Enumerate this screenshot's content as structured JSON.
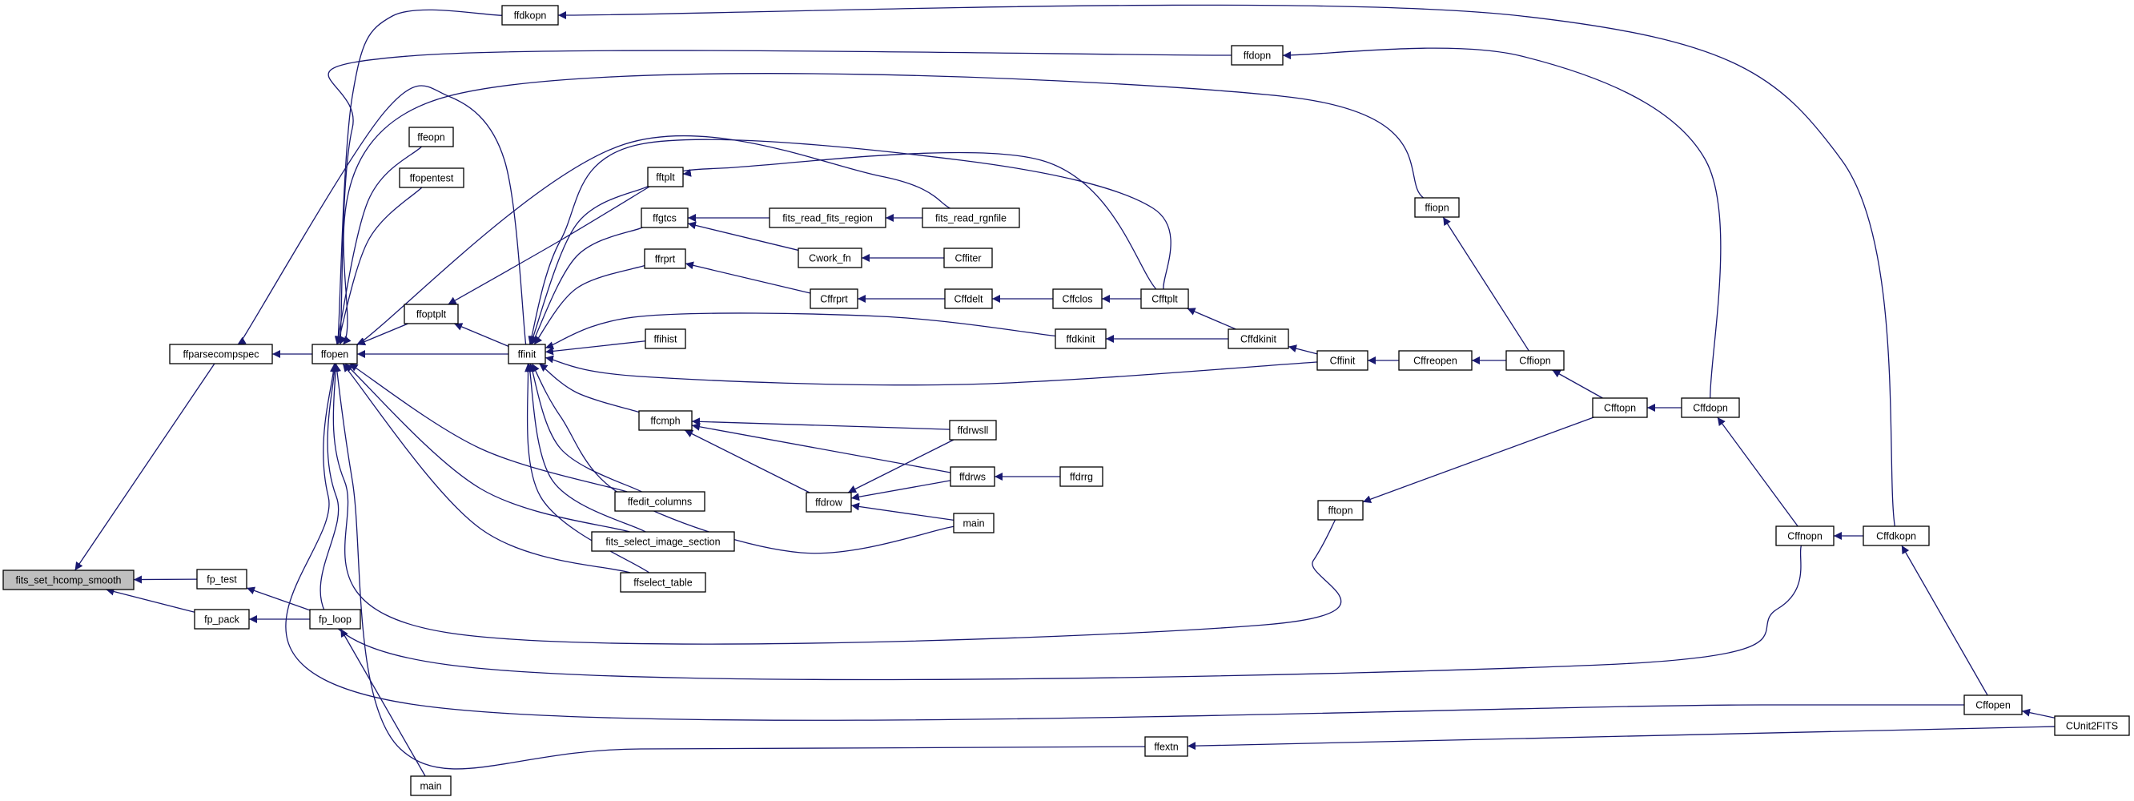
{
  "graph": {
    "edge_color": "#191970",
    "root_fill": "#bfbfbf",
    "node_fill": "#ffffff",
    "root": "fits_set_hcomp_smooth",
    "nodes": [
      {
        "id": "root",
        "label": "fits_set_hcomp_smooth"
      },
      {
        "id": "ffparsecompspec",
        "label": "ffparsecompspec"
      },
      {
        "id": "fp_test",
        "label": "fp_test"
      },
      {
        "id": "fp_pack",
        "label": "fp_pack"
      },
      {
        "id": "fp_loop",
        "label": "fp_loop"
      },
      {
        "id": "ffopen",
        "label": "ffopen"
      },
      {
        "id": "main_l",
        "label": "main"
      },
      {
        "id": "ffdkopn",
        "label": "ffdkopn"
      },
      {
        "id": "ffdopn",
        "label": "ffdopn"
      },
      {
        "id": "ffeopn",
        "label": "ffeopn"
      },
      {
        "id": "ffopentest",
        "label": "ffopentest"
      },
      {
        "id": "ffoptplt",
        "label": "ffoptplt"
      },
      {
        "id": "ffinit",
        "label": "ffinit"
      },
      {
        "id": "fftplt",
        "label": "fftplt"
      },
      {
        "id": "ffgtcs",
        "label": "ffgtcs"
      },
      {
        "id": "ffrprt",
        "label": "ffrprt"
      },
      {
        "id": "ffihist",
        "label": "ffihist"
      },
      {
        "id": "ffcmph",
        "label": "ffcmph"
      },
      {
        "id": "ffedit_columns",
        "label": "ffedit_columns"
      },
      {
        "id": "fits_select_image_section",
        "label": "fits_select_image_section"
      },
      {
        "id": "ffselect_table",
        "label": "ffselect_table"
      },
      {
        "id": "fits_read_fits_region",
        "label": "fits_read_fits_region"
      },
      {
        "id": "fits_read_rgnfile",
        "label": "fits_read_rgnfile"
      },
      {
        "id": "Cwork_fn",
        "label": "Cwork_fn"
      },
      {
        "id": "Cffiter",
        "label": "Cffiter"
      },
      {
        "id": "Cffrprt",
        "label": "Cffrprt"
      },
      {
        "id": "Cffdelt",
        "label": "Cffdelt"
      },
      {
        "id": "Cffclos",
        "label": "Cffclos"
      },
      {
        "id": "Cfftplt",
        "label": "Cfftplt"
      },
      {
        "id": "ffdkinit",
        "label": "ffdkinit"
      },
      {
        "id": "Cffdkinit",
        "label": "Cffdkinit"
      },
      {
        "id": "Cffinit",
        "label": "Cffinit"
      },
      {
        "id": "Cffreopen",
        "label": "Cffreopen"
      },
      {
        "id": "Cffiopn",
        "label": "Cffiopn"
      },
      {
        "id": "ffiopn",
        "label": "ffiopn"
      },
      {
        "id": "Cfftopn",
        "label": "Cfftopn"
      },
      {
        "id": "Cffdopn",
        "label": "Cffdopn"
      },
      {
        "id": "fftopn",
        "label": "fftopn"
      },
      {
        "id": "Cffnopn",
        "label": "Cffnopn"
      },
      {
        "id": "Cffdkopn",
        "label": "Cffdkopn"
      },
      {
        "id": "Cffopen",
        "label": "Cffopen"
      },
      {
        "id": "CUnit2FITS",
        "label": "CUnit2FITS"
      },
      {
        "id": "ffextn",
        "label": "ffextn"
      },
      {
        "id": "ffdrwsll",
        "label": "ffdrwsll"
      },
      {
        "id": "ffdrws",
        "label": "ffdrws"
      },
      {
        "id": "ffdrrg",
        "label": "ffdrrg"
      },
      {
        "id": "ffdrow",
        "label": "ffdrow"
      },
      {
        "id": "main_r",
        "label": "main"
      }
    ],
    "edges": [
      {
        "from": "ffparsecompspec",
        "to": "root"
      },
      {
        "from": "fp_test",
        "to": "root"
      },
      {
        "from": "fp_pack",
        "to": "root"
      },
      {
        "from": "ffopen",
        "to": "ffparsecompspec"
      },
      {
        "from": "fp_loop",
        "to": "fp_test"
      },
      {
        "from": "fp_loop",
        "to": "fp_pack"
      },
      {
        "from": "main_l",
        "to": "fp_loop"
      },
      {
        "from": "ffdkopn",
        "to": "ffopen"
      },
      {
        "from": "ffdopn",
        "to": "ffopen"
      },
      {
        "from": "ffeopn",
        "to": "ffopen"
      },
      {
        "from": "ffopentest",
        "to": "ffopen"
      },
      {
        "from": "ffoptplt",
        "to": "ffopen"
      },
      {
        "from": "ffiopn",
        "to": "ffopen"
      },
      {
        "from": "fits_read_rgnfile",
        "to": "ffopen"
      },
      {
        "from": "ffinit",
        "to": "ffopen"
      },
      {
        "from": "ffedit_columns",
        "to": "ffopen"
      },
      {
        "from": "fits_select_image_section",
        "to": "ffopen"
      },
      {
        "from": "ffselect_table",
        "to": "ffopen"
      },
      {
        "from": "fftopn",
        "to": "ffopen"
      },
      {
        "from": "Cffnopn",
        "to": "ffopen"
      },
      {
        "from": "Cffopen",
        "to": "ffopen"
      },
      {
        "from": "ffextn",
        "to": "ffopen"
      },
      {
        "from": "ffinit",
        "to": "ffparsecompspec"
      },
      {
        "from": "ffinit",
        "to": "ffoptplt"
      },
      {
        "from": "fftplt",
        "to": "ffoptplt"
      },
      {
        "from": "fftplt",
        "to": "ffinit"
      },
      {
        "from": "ffgtcs",
        "to": "ffinit"
      },
      {
        "from": "ffrprt",
        "to": "ffinit"
      },
      {
        "from": "ffihist",
        "to": "ffinit"
      },
      {
        "from": "ffcmph",
        "to": "ffinit"
      },
      {
        "from": "ffedit_columns",
        "to": "ffinit"
      },
      {
        "from": "fits_select_image_section",
        "to": "ffinit"
      },
      {
        "from": "ffselect_table",
        "to": "ffinit"
      },
      {
        "from": "Cfftplt",
        "to": "ffinit"
      },
      {
        "from": "ffdkinit",
        "to": "ffinit"
      },
      {
        "from": "Cffinit",
        "to": "ffinit"
      },
      {
        "from": "main_r",
        "to": "ffinit"
      },
      {
        "from": "Cfftplt",
        "to": "fftplt"
      },
      {
        "from": "fits_read_fits_region",
        "to": "ffgtcs"
      },
      {
        "from": "Cwork_fn",
        "to": "ffgtcs"
      },
      {
        "from": "fits_read_rgnfile",
        "to": "fits_read_fits_region"
      },
      {
        "from": "Cffiter",
        "to": "Cwork_fn"
      },
      {
        "from": "Cffrprt",
        "to": "ffrprt"
      },
      {
        "from": "Cffdelt",
        "to": "Cffrprt"
      },
      {
        "from": "Cffclos",
        "to": "Cffdelt"
      },
      {
        "from": "Cfftplt",
        "to": "Cffclos"
      },
      {
        "from": "Cffdkinit",
        "to": "Cfftplt"
      },
      {
        "from": "Cffdkinit",
        "to": "ffdkinit"
      },
      {
        "from": "Cffinit",
        "to": "Cffdkinit"
      },
      {
        "from": "Cffreopen",
        "to": "Cffinit"
      },
      {
        "from": "Cffiopn",
        "to": "Cffreopen"
      },
      {
        "from": "Cffiopn",
        "to": "ffiopn"
      },
      {
        "from": "Cfftopn",
        "to": "Cffiopn"
      },
      {
        "from": "Cfftopn",
        "to": "fftopn"
      },
      {
        "from": "Cffdopn",
        "to": "Cfftopn"
      },
      {
        "from": "Cffdopn",
        "to": "ffdopn"
      },
      {
        "from": "Cffnopn",
        "to": "Cffdopn"
      },
      {
        "from": "Cffdkopn",
        "to": "Cffnopn"
      },
      {
        "from": "Cffdkopn",
        "to": "ffdkopn"
      },
      {
        "from": "Cffopen",
        "to": "Cffdkopn"
      },
      {
        "from": "CUnit2FITS",
        "to": "Cffopen"
      },
      {
        "from": "CUnit2FITS",
        "to": "ffextn"
      },
      {
        "from": "ffdrwsll",
        "to": "ffcmph"
      },
      {
        "from": "ffdrws",
        "to": "ffcmph"
      },
      {
        "from": "ffdrow",
        "to": "ffcmph"
      },
      {
        "from": "ffdrwsll",
        "to": "ffdrow"
      },
      {
        "from": "ffdrws",
        "to": "ffdrow"
      },
      {
        "from": "main_r",
        "to": "ffdrow"
      },
      {
        "from": "ffdrrg",
        "to": "ffdrws"
      }
    ]
  }
}
